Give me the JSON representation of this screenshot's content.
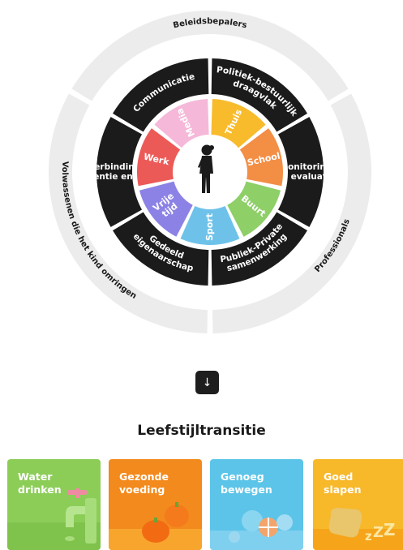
{
  "wheel": {
    "outer": {
      "top": "Beleidsbepalers",
      "right": "Professionals",
      "left": "Volwassenen die het kind omringen"
    },
    "middle": [
      "Communicatie",
      "Politiek-bestuurlijk draagvlak",
      "Monitoring en evaluatie",
      "Publiek-Private samenwerking",
      "Gedeeld eigenaarschap",
      "Verbinding preventie en zorg"
    ],
    "inner": [
      {
        "label": "Media",
        "color": "#f5b8d8"
      },
      {
        "label": "Thuis",
        "color": "#f7bb2c"
      },
      {
        "label": "School",
        "color": "#f38e45"
      },
      {
        "label": "Buurt",
        "color": "#8ecf68"
      },
      {
        "label": "Sport",
        "color": "#6ec2ea"
      },
      {
        "label": "Vrije tijd",
        "color": "#8c82e6"
      },
      {
        "label": "Werk",
        "color": "#ec5a58"
      }
    ],
    "center_icon": "child-silhouette-icon"
  },
  "scroll_down_icon": "arrow-down-icon",
  "section_title": "Leefstijltransitie",
  "cards": [
    {
      "label": "Water\ndrinken",
      "color": "#8ccd58",
      "icon": "faucet-icon"
    },
    {
      "label": "Gezonde\nvoeding",
      "color": "#f38a1d",
      "icon": "pumpkin-icon"
    },
    {
      "label": "Genoeg\nbewegen",
      "color": "#5cc4e8",
      "icon": "balls-icon"
    },
    {
      "label": "Goed\nslapen",
      "color": "#f7b82a",
      "icon": "pillow-icon"
    }
  ]
}
